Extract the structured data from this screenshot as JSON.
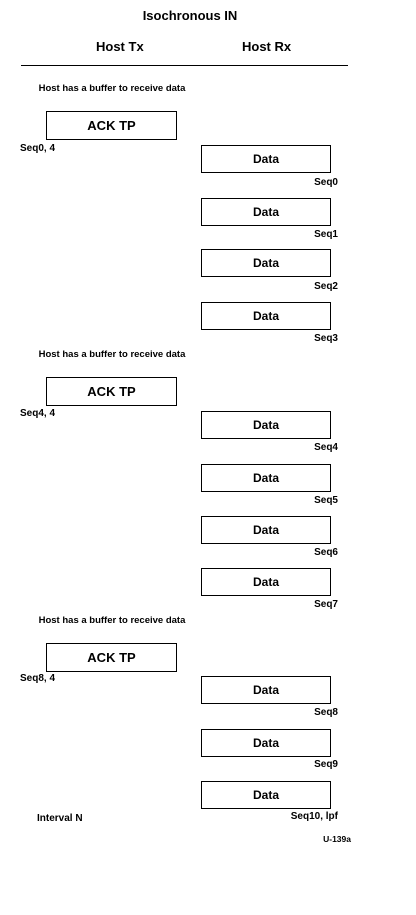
{
  "title": "Isochronous IN",
  "columns": {
    "tx": "Host Tx",
    "rx": "Host Rx"
  },
  "host_note": "Host has a buffer to receive data",
  "ack_label": "ACK TP",
  "data_label": "Data",
  "ack_seqs": [
    "Seq0, 4",
    "Seq4, 4",
    "Seq8, 4"
  ],
  "data_seqs": [
    "Seq0",
    "Seq1",
    "Seq2",
    "Seq3",
    "Seq4",
    "Seq5",
    "Seq6",
    "Seq7",
    "Seq8",
    "Seq9",
    "Seq10, lpf"
  ],
  "interval_label": "Interval N",
  "figure_id": "U-139a"
}
